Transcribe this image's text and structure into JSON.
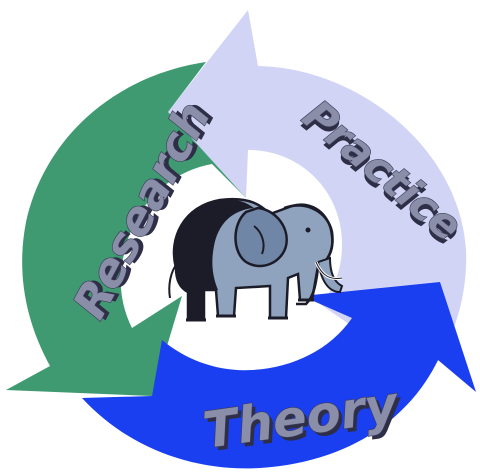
{
  "cycle": {
    "labels": {
      "research": "Research",
      "practice": "Practice",
      "theory": "Theory"
    },
    "colors": {
      "research_arrow": "#3f9a72",
      "practice_arrow": "#d2d4f6",
      "theory_arrow": "#1a3ff0",
      "wordart_fill": "#8a8ea8",
      "wordart_outline": "#3a3a58"
    },
    "center_icon": "elephant-icon"
  }
}
